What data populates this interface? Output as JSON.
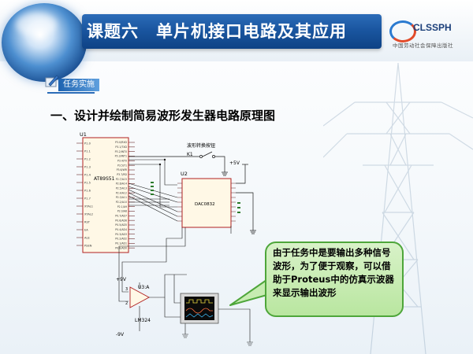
{
  "header": {
    "title": "课题六　单片机接口电路及其应用",
    "logo_name": "CLSSPH",
    "logo_subtitle": "中国劳动社会保障出版社"
  },
  "task": {
    "tag_label": "任务实施"
  },
  "section": {
    "heading": "一、设计并绘制简易波形发生器电路原理图"
  },
  "schematic": {
    "mcu_ref": "U1",
    "mcu_part": "AT89S51",
    "mcu_left_pins": [
      "P1.0",
      "P1.1",
      "P1.2",
      "P1.3",
      "P1.4",
      "P1.5",
      "P1.6",
      "P1.7",
      "XTAL1",
      "XTAL2",
      "RST",
      "EA",
      "ALE",
      "PSEN"
    ],
    "mcu_right_pins": [
      "P3.0/RXD",
      "P3.1/TXD",
      "P3.2/INT0",
      "P3.3/INT1",
      "P3.4/T0",
      "P3.5/T1",
      "P3.6/WR",
      "P3.7/RD",
      "P2.7/A15",
      "P2.6/A14",
      "P2.5/A13",
      "P2.4/A12",
      "P2.3/A11",
      "P2.2/A10",
      "P2.1/A9",
      "P2.0/A8",
      "P0.7/AD7",
      "P0.6/AD6",
      "P0.5/AD5",
      "P0.4/AD4",
      "P0.3/AD3",
      "P0.2/AD2",
      "P0.1/AD1",
      "P0.0/AD0"
    ],
    "dac_ref": "U2",
    "dac_part": "DAC0832",
    "switch_label": "波形转换按钮",
    "switch_ref": "K1",
    "vcc_label": "+5V",
    "opamp_ref": "U3:A",
    "opamp_part": "LM324",
    "pos_supply": "+9V",
    "neg_supply": "-9V",
    "opamp_pin3": "3",
    "opamp_pin2": "2"
  },
  "callout": {
    "text": "由于任务中是要输出多种信号波形，为了便于观察，可以借助于Proteus中的仿真示波器来显示输出波形"
  }
}
